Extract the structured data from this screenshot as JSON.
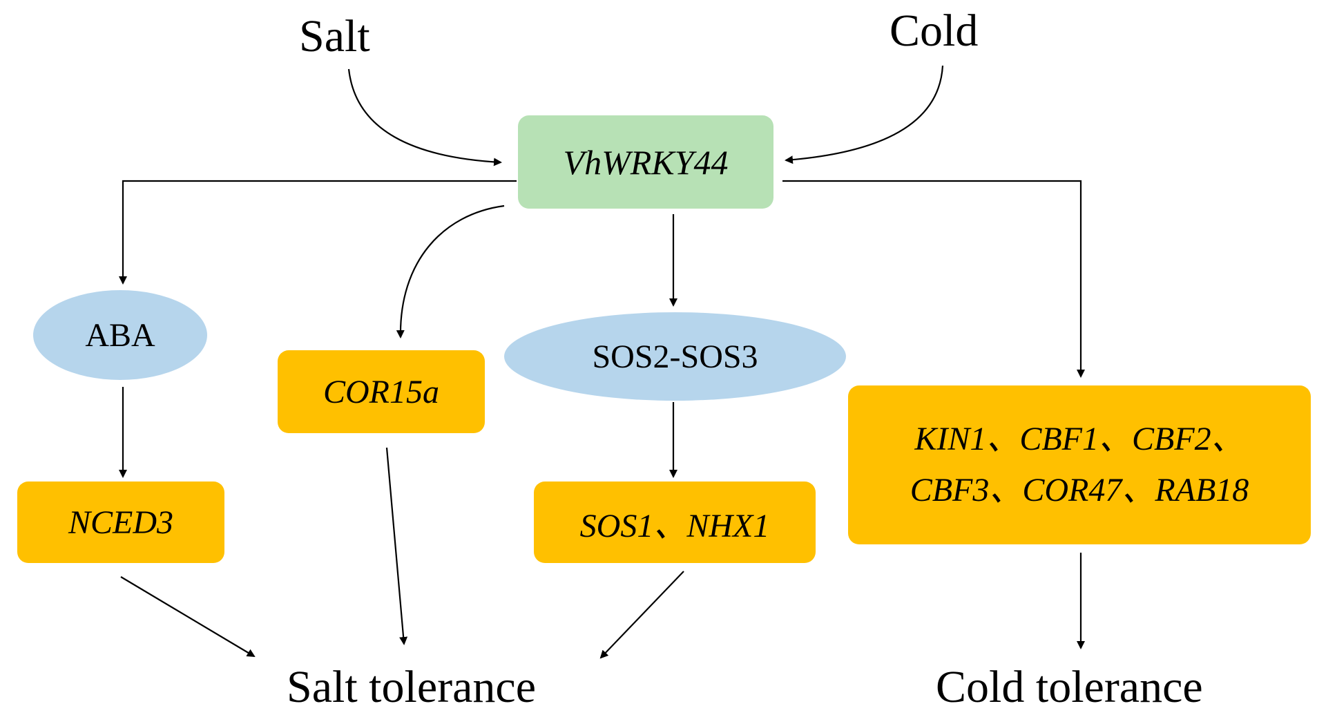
{
  "stimuli": {
    "salt": "Salt",
    "cold": "Cold"
  },
  "center": {
    "gene": "VhWRKY44"
  },
  "mediators": {
    "aba": "ABA",
    "sos": "SOS2-SOS3"
  },
  "targets": {
    "cor15a": "COR15a",
    "nced3": "NCED3",
    "sos_nhx": "SOS1、NHX1",
    "cold_genes_line1": "KIN1、CBF1、CBF2、",
    "cold_genes_line2": "CBF3、COR47、RAB18"
  },
  "outcomes": {
    "salt_tolerance": "Salt tolerance",
    "cold_tolerance": "Cold tolerance"
  },
  "colors": {
    "green": "#b7e1b5",
    "orange": "#ffc000",
    "blue": "#b6d5ec",
    "arrow": "#000000"
  }
}
